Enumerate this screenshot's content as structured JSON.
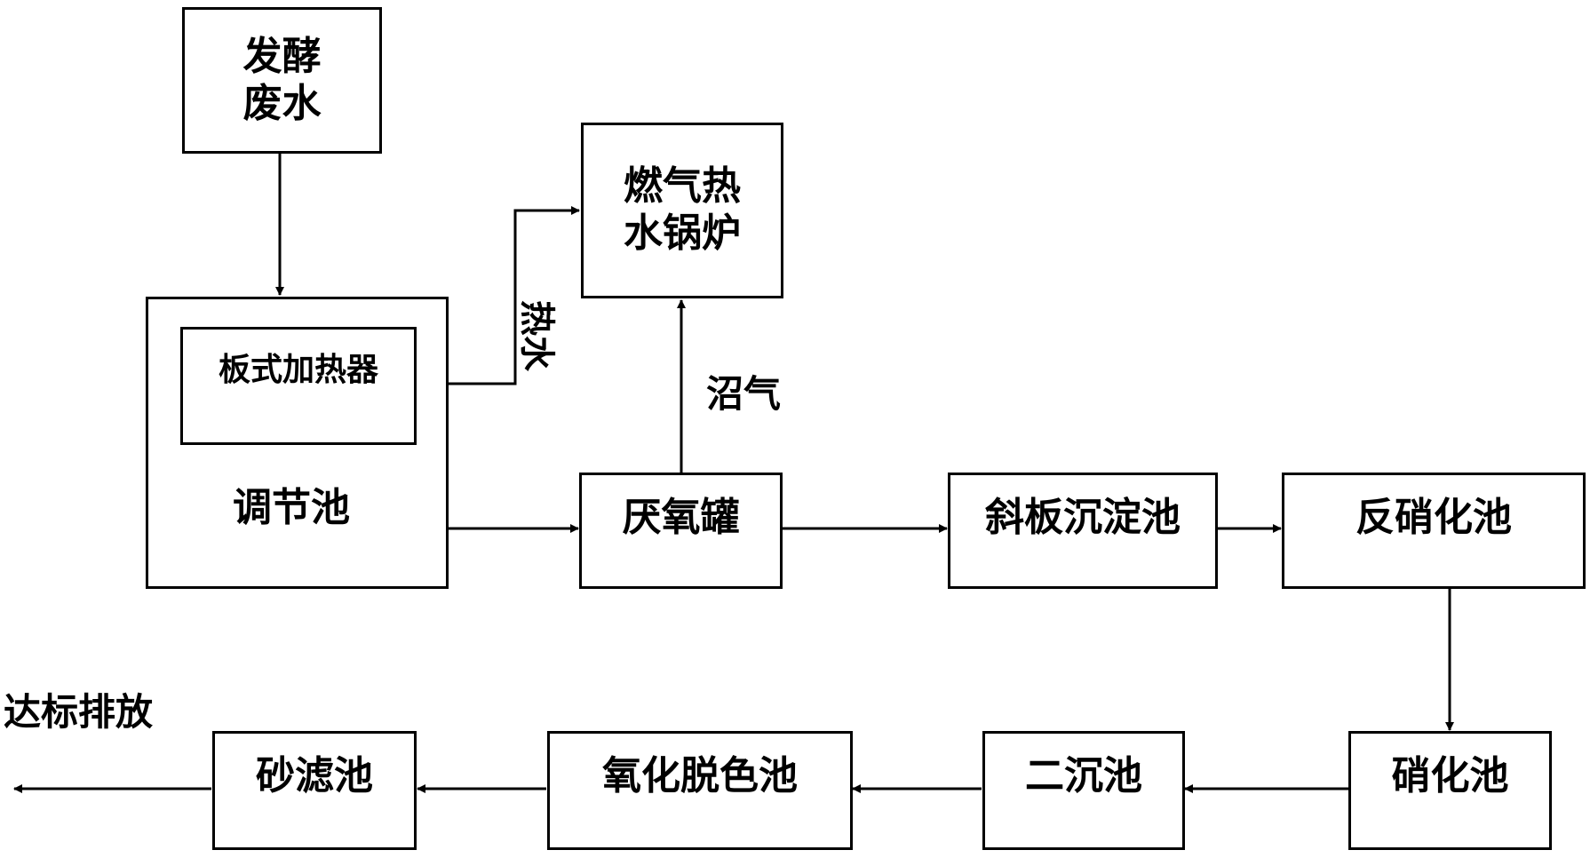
{
  "nodes": {
    "fermentation_wastewater": {
      "lines": [
        "发酵",
        "废水"
      ]
    },
    "gas_boiler": {
      "lines": [
        "燃气热",
        "水锅炉"
      ]
    },
    "regulating_tank": {
      "label": "调节池"
    },
    "plate_heater": {
      "label": "板式加热器"
    },
    "anaerobic_tank": {
      "label": "厌氧罐"
    },
    "inclined_plate_settler": {
      "label": "斜板沉淀池"
    },
    "denitrification_tank": {
      "label": "反硝化池"
    },
    "nitrification_tank": {
      "label": "硝化池"
    },
    "secondary_settler": {
      "label": "二沉池"
    },
    "oxidation_decolor_tank": {
      "label": "氧化脱色池"
    },
    "sand_filter": {
      "label": "砂滤池"
    }
  },
  "edge_labels": {
    "hot_water": "热水",
    "biogas": "沼气",
    "discharge": "达标排放"
  }
}
